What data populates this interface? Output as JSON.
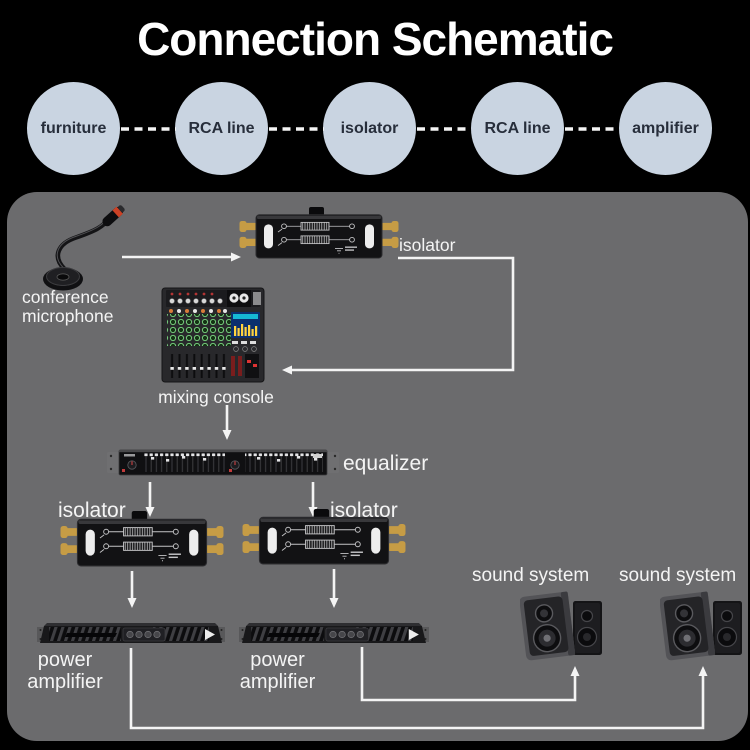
{
  "title": "Connection Schematic",
  "chain": {
    "nodes": [
      "furniture",
      "RCA line",
      "isolator",
      "RCA line",
      "amplifier"
    ]
  },
  "diagram": {
    "mic": {
      "line1": "conference",
      "line2": "microphone"
    },
    "isolator_top": "isolator",
    "mixing_console": "mixing console",
    "equalizer": "equalizer",
    "isolator_left": "isolator",
    "isolator_right": "isolator",
    "amp_left": {
      "line1": "power",
      "line2": "amplifier"
    },
    "amp_right": {
      "line1": "power",
      "line2": "amplifier"
    },
    "sound_left": "sound system",
    "sound_right": "sound system"
  },
  "colors": {
    "background": "#000000",
    "panel": "#6b6b6d",
    "circle_fill": "#c9d4e1",
    "circle_text": "#272e3b",
    "label_text": "#f4f4f4",
    "connector": "#f4f4f4",
    "rca_gold": "#c69c45",
    "mic_tip_red": "#cc4125"
  }
}
